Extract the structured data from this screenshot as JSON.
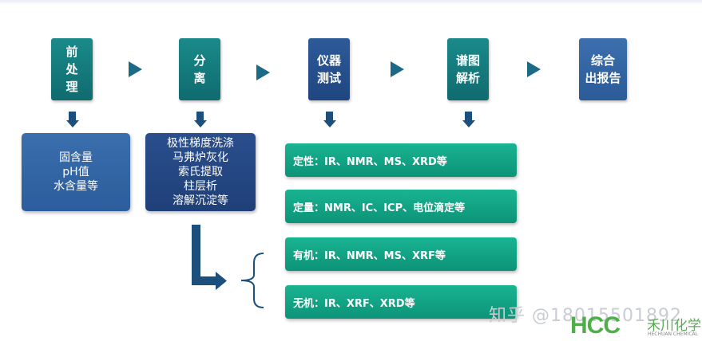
{
  "steps": [
    {
      "label": "前\n处\n理",
      "color": "#138080"
    },
    {
      "label": "分\n离",
      "color": "#14707a"
    },
    {
      "label": "仪器\n测试",
      "color": "#244f8e"
    },
    {
      "label": "谱图\n解析",
      "color": "#14707a"
    },
    {
      "label": "综合\n出报告",
      "color": "#3566a6"
    }
  ],
  "pretreatment": {
    "text": "固含量\npH值\n水含量等"
  },
  "separation": {
    "text": "极性梯度洗涤\n马弗炉灰化\n索氏提取\n柱层析\n溶解沉淀等"
  },
  "tests": [
    {
      "label": "定性：IR、NMR、MS、XRD等"
    },
    {
      "label": "定量：NMR、IC、ICP、电位滴定等"
    },
    {
      "label": "有机：IR、NMR、MS、XRF等"
    },
    {
      "label": "无机：IR、XRF、XRD等"
    }
  ],
  "watermark": "知乎 @18015501892",
  "logo": {
    "main": "HCC",
    "cn": "禾川化学",
    "en": "HECHUAN CHEMICAL"
  },
  "colors": {
    "teal": "#138080",
    "navy": "#244f8e",
    "green": "#12a585",
    "arrow": "#1d4f7c"
  }
}
